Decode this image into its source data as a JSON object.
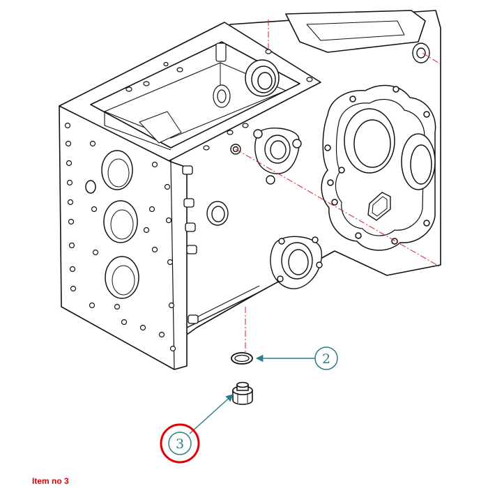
{
  "caption": "Item no 3",
  "callouts": [
    {
      "label": "2"
    },
    {
      "label": "3"
    }
  ],
  "colors": {
    "line": "#111111",
    "callout": "#2a7f86",
    "highlight": "#e00000",
    "centerline": "#cc2222"
  }
}
